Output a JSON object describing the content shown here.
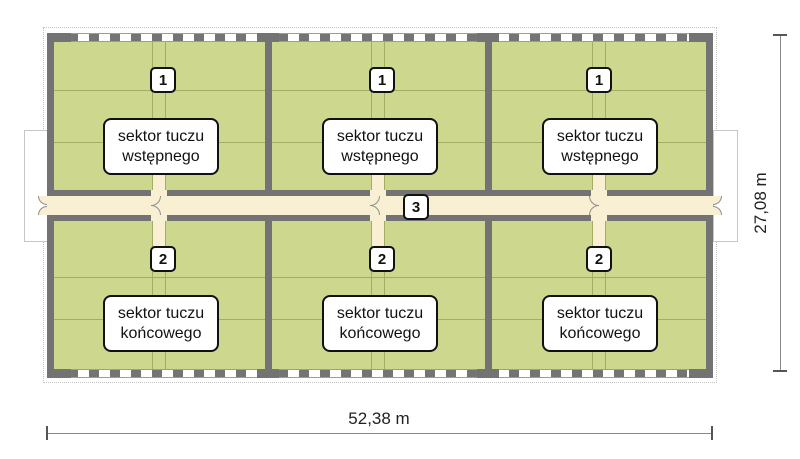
{
  "building": {
    "rooms_top": [
      {
        "badge": "1",
        "label": "sektor tuczu wstępnego"
      },
      {
        "badge": "1",
        "label": "sektor tuczu wstępnego"
      },
      {
        "badge": "1",
        "label": "sektor tuczu wstępnego"
      }
    ],
    "rooms_bottom": [
      {
        "badge": "2",
        "label": "sektor tuczu końcowego"
      },
      {
        "badge": "2",
        "label": "sektor tuczu końcowego"
      },
      {
        "badge": "2",
        "label": "sektor tuczu końcowego"
      }
    ],
    "corridor": {
      "badge": "3"
    }
  },
  "dimensions": {
    "width_label": "52,38 m",
    "height_label": "27,08 m"
  },
  "colors": {
    "room_fill": "#cdd88e",
    "corridor_fill": "#f9efd2",
    "wall": "#737373",
    "pen_line": "#a3ad61",
    "outline_light": "#c6c6c6",
    "label_border": "#111111"
  }
}
